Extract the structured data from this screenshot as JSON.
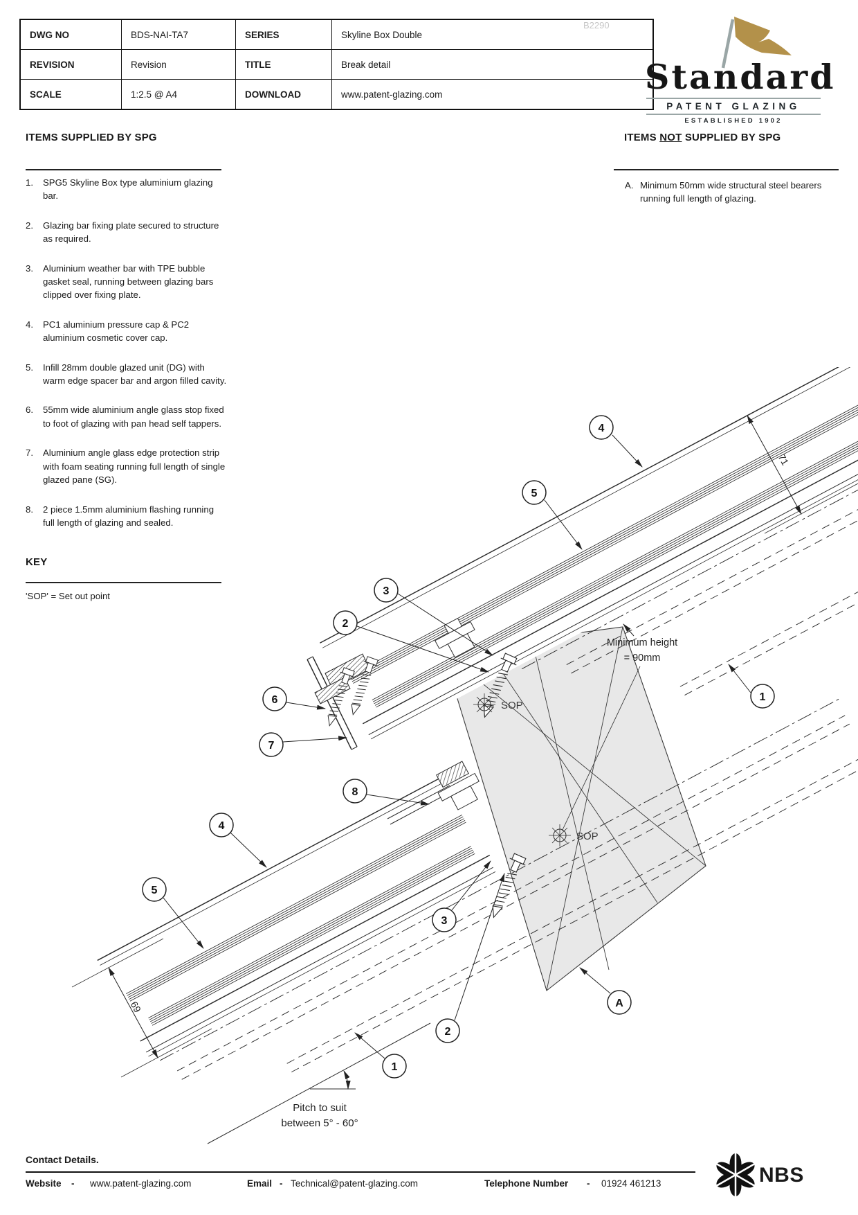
{
  "title_block": {
    "watermark": "B2290",
    "rows": [
      {
        "label1": "DWG NO",
        "value1": "BDS-NAI-TA7",
        "label2": "SERIES",
        "value2": "Skyline Box Double"
      },
      {
        "label1": "REVISION",
        "value1": "Revision",
        "label2": "TITLE",
        "value2": "Break detail"
      },
      {
        "label1": "SCALE",
        "value1": "1:2.5 @ A4",
        "label2": "DOWNLOAD",
        "value2": "www.patent-glazing.com"
      }
    ]
  },
  "logo": {
    "name": "Standard",
    "subtitle": "PATENT GLAZING",
    "established": "ESTABLISHED 1902",
    "flag_color": "#b3914a",
    "accent_line_color": "#9aa6a6"
  },
  "supplied": {
    "heading": "ITEMS SUPPLIED BY SPG",
    "items": [
      {
        "num": "1.",
        "text": "SPG5 Skyline Box type aluminium glazing\nbar."
      },
      {
        "num": "2.",
        "text": "Glazing bar fixing plate secured to structure\nas required."
      },
      {
        "num": "3.",
        "text": "Aluminium weather bar with TPE bubble\ngasket seal, running between glazing bars\nclipped over fixing plate."
      },
      {
        "num": "4.",
        "text": "PC1 aluminium pressure cap & PC2\naluminium cosmetic cover cap."
      },
      {
        "num": "5.",
        "text": "Infill 28mm double glazed unit (DG) with\nwarm edge spacer bar and argon filled cavity."
      },
      {
        "num": "6.",
        "text": "55mm wide aluminium angle glass stop fixed\nto foot of glazing with pan head self tappers."
      },
      {
        "num": "7.",
        "text": "Aluminium angle glass edge protection strip\nwith foam seating running full length of single\nglazed pane (SG)."
      },
      {
        "num": "8.",
        "text": "2 piece 1.5mm aluminium flashing running\nfull length of glazing and sealed."
      }
    ]
  },
  "not_supplied": {
    "heading_pre": "ITEMS ",
    "heading_not": "NOT",
    "heading_post": " SUPPLIED BY SPG",
    "items": [
      {
        "num": "A.",
        "text": "Minimum 50mm wide structural steel bearers\nrunning full length of glazing."
      }
    ]
  },
  "key": {
    "heading": "KEY",
    "entry": "'SOP' = Set out point"
  },
  "drawing": {
    "labels": {
      "n1": "1",
      "n2": "2",
      "n3": "3",
      "n4": "4",
      "n5": "5",
      "n6": "6",
      "n7": "7",
      "n8": "8",
      "nA": "A",
      "sop": "SOP",
      "dim_upper": "71",
      "dim_lower": "69",
      "min_height_line1": "Minimum height",
      "min_height_line2": "= 90mm",
      "pitch_line1": "Pitch to suit",
      "pitch_line2": "between 5° - 60°"
    },
    "colors": {
      "steel_fill": "#e8e8e8",
      "line": "#2b2b2b"
    }
  },
  "footer": {
    "heading": "Contact Details.",
    "separator": "-",
    "website_label": "Website",
    "website": "www.patent-glazing.com",
    "email_label": "Email",
    "email": "Technical@patent-glazing.com",
    "phone_label": "Telephone Number",
    "phone": "01924 461213",
    "nbs": "NBS"
  }
}
